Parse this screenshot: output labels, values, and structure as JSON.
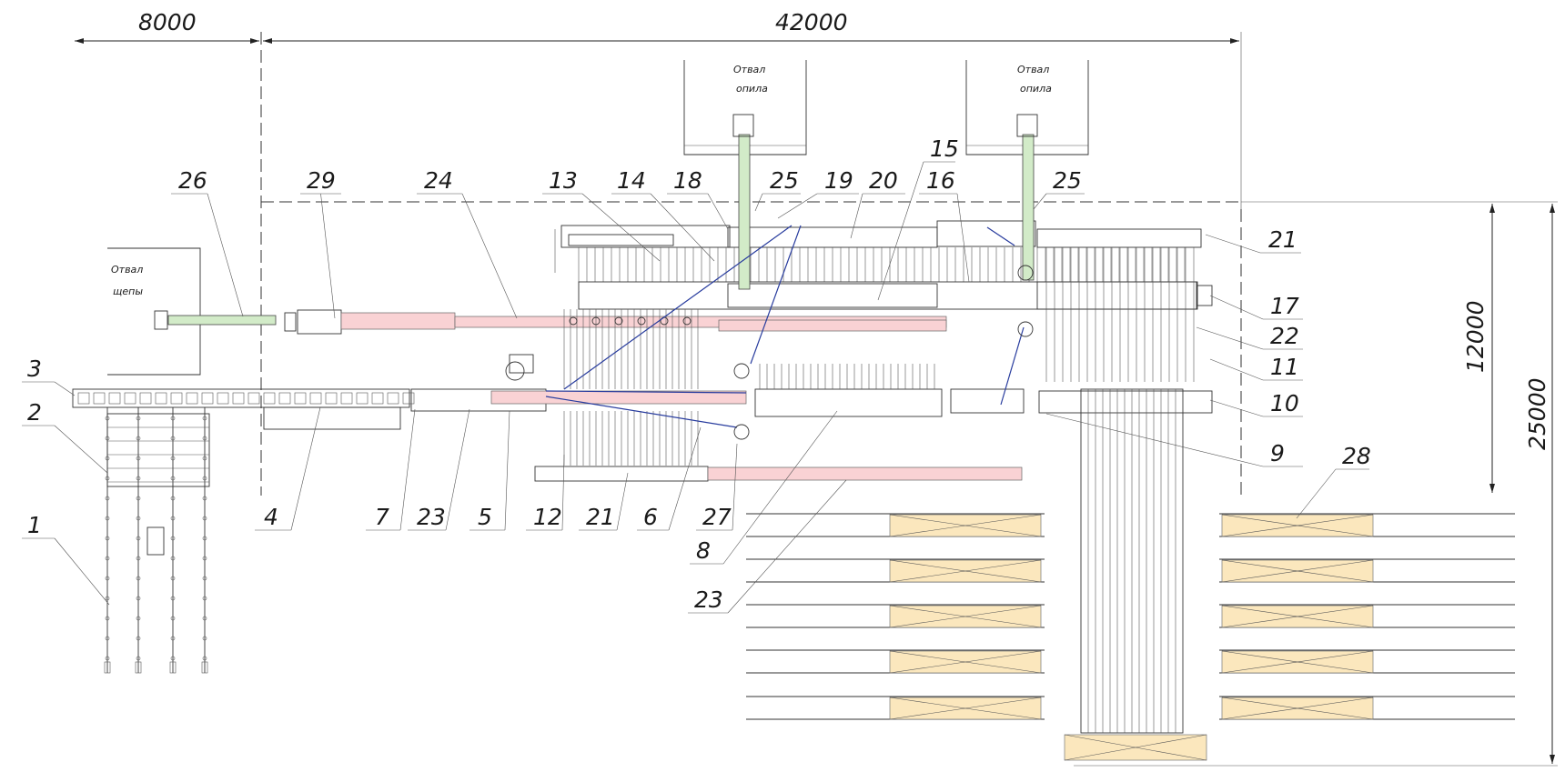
{
  "dimensions": {
    "left_width": "8000",
    "main_width": "42000",
    "height_inner": "12000",
    "height_total": "25000"
  },
  "dumps": [
    {
      "line1": "Отвал",
      "line2": "опила"
    },
    {
      "line1": "Отвал",
      "line2": "опила"
    },
    {
      "line1": "Отвал",
      "line2": "щепы"
    }
  ],
  "callouts": {
    "c26": "26",
    "c29": "29",
    "c24": "24",
    "c13": "13",
    "c14": "14",
    "c18": "18",
    "c25a": "25",
    "c19": "19",
    "c20": "20",
    "c15": "15",
    "c16": "16",
    "c25b": "25",
    "c21a": "21",
    "c17": "17",
    "c22": "22",
    "c11": "11",
    "c10": "10",
    "c9": "9",
    "c28": "28",
    "c3": "3",
    "c2": "2",
    "c1": "1",
    "c4": "4",
    "c7": "7",
    "c23a": "23",
    "c5": "5",
    "c12": "12",
    "c21b": "21",
    "c6": "6",
    "c27": "27",
    "c8": "8",
    "c23b": "23"
  },
  "colors": {
    "pink": "#f9d2d4",
    "green": "#d2ebc8",
    "yellow": "#fbe7bd",
    "blue": "#283c9e"
  }
}
